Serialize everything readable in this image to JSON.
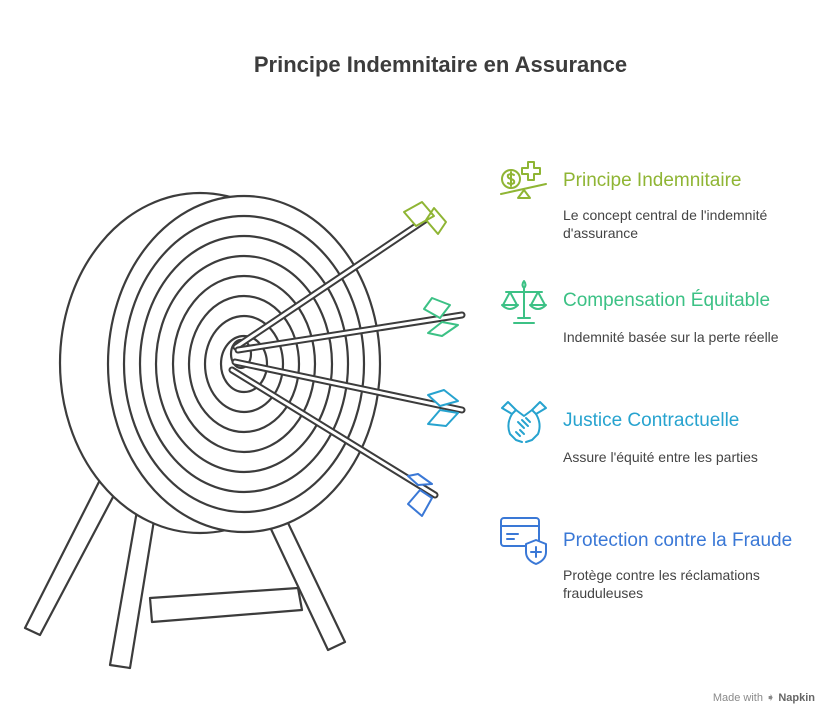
{
  "title": "Principe Indemnitaire en Assurance",
  "items": [
    {
      "heading": "Principe Indemnitaire",
      "description": "Le concept central de l'indemnité d'assurance",
      "color": "#8fb534",
      "icon": "money-scale-icon"
    },
    {
      "heading": "Compensation Équitable",
      "description": "Indemnité basée sur la perte réelle",
      "color": "#3cc185",
      "icon": "balance-scale-icon"
    },
    {
      "heading": "Justice Contractuelle",
      "description": "Assure l'équité entre les parties",
      "color": "#27a3cf",
      "icon": "handshake-icon"
    },
    {
      "heading": "Protection contre la Fraude",
      "description": "Protège contre les réclamations frauduleuses",
      "color": "#3a78d6",
      "icon": "card-shield-icon"
    }
  ],
  "footer": {
    "prefix": "Made with",
    "brand": "Napkin"
  }
}
